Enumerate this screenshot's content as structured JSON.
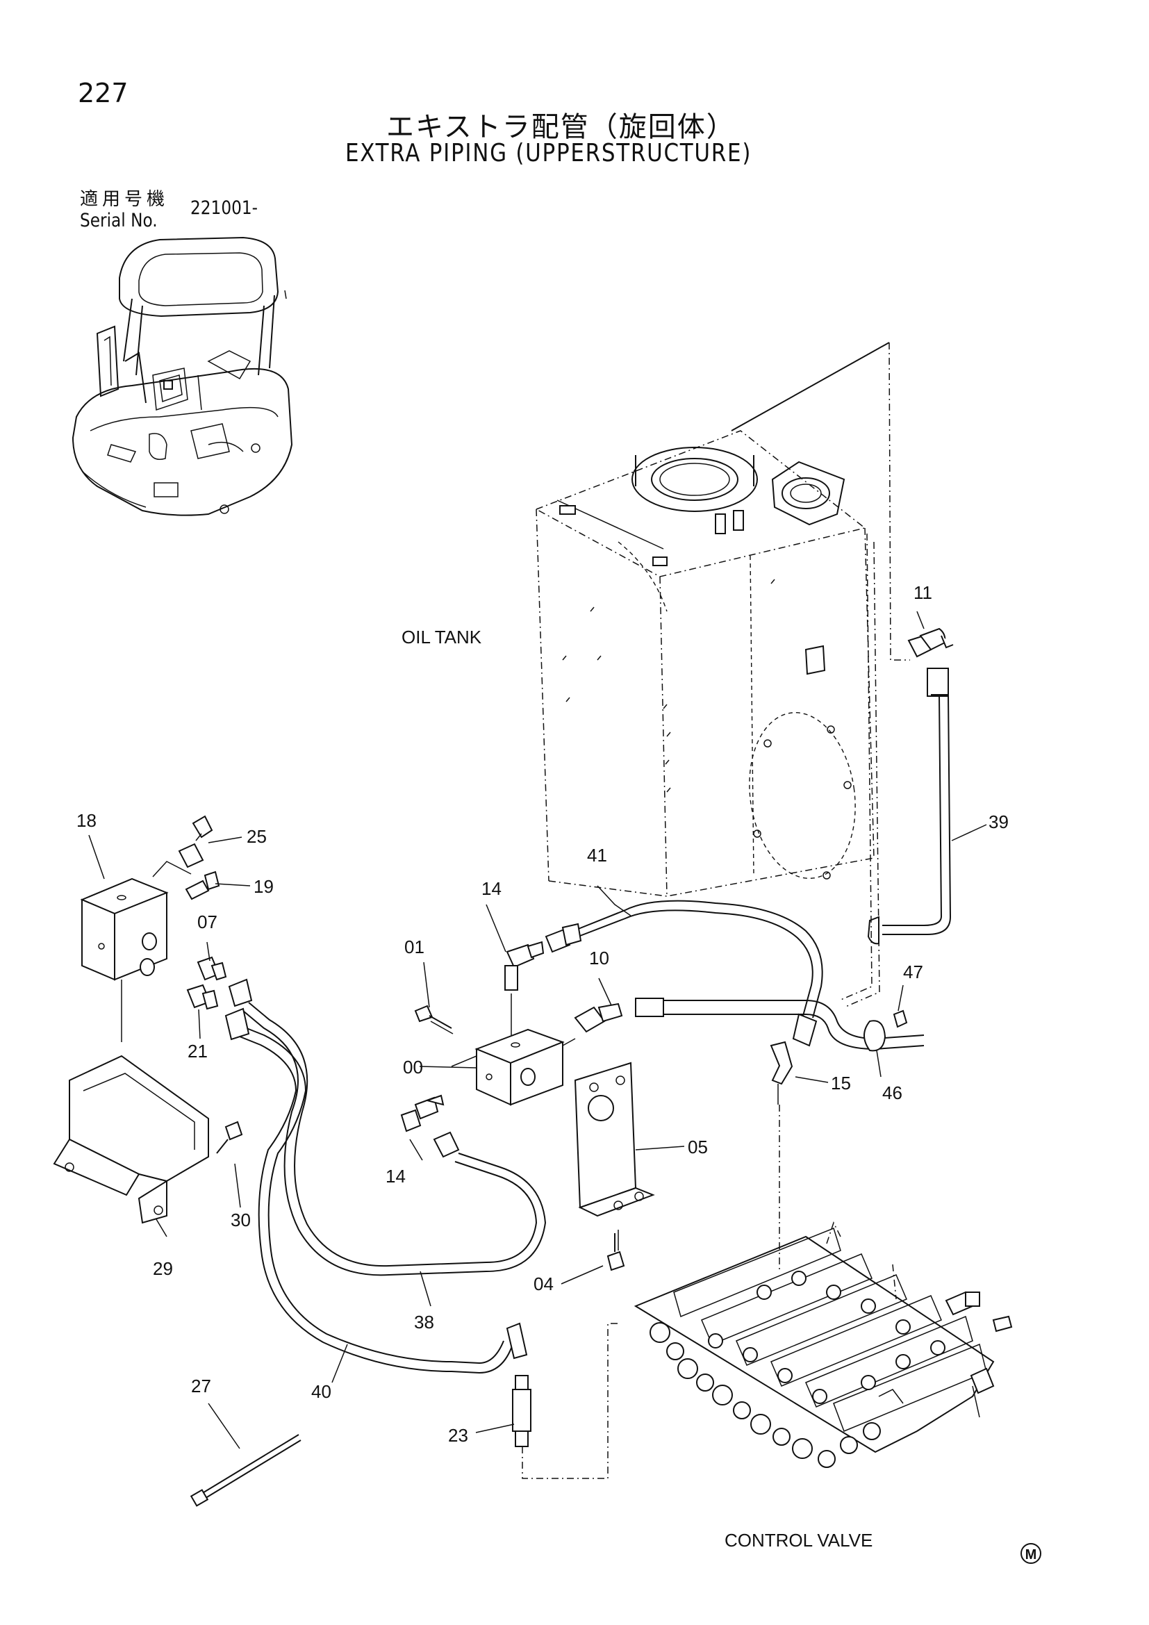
{
  "header": {
    "page_number": "227",
    "title_jp": "エキストラ配管（旋回体）",
    "title_en": "EXTRA PIPING (UPPERSTRUCTURE)",
    "serial_label_jp": "適用号機",
    "serial_label_en": "Serial No.",
    "serial_value": "221001-"
  },
  "labels": {
    "oil_tank": "OIL TANK",
    "control_valve": "CONTROL VALVE",
    "mark": "M"
  },
  "callouts": {
    "c00": "00",
    "c01": "01",
    "c04": "04",
    "c05": "05",
    "c07": "07",
    "c10": "10",
    "c11": "11",
    "c14a": "14",
    "c14b": "14",
    "c15": "15",
    "c18": "18",
    "c19": "19",
    "c21": "21",
    "c23": "23",
    "c25": "25",
    "c27": "27",
    "c29": "29",
    "c30": "30",
    "c38": "38",
    "c39": "39",
    "c40": "40",
    "c41": "41",
    "c46": "46",
    "c47": "47"
  }
}
